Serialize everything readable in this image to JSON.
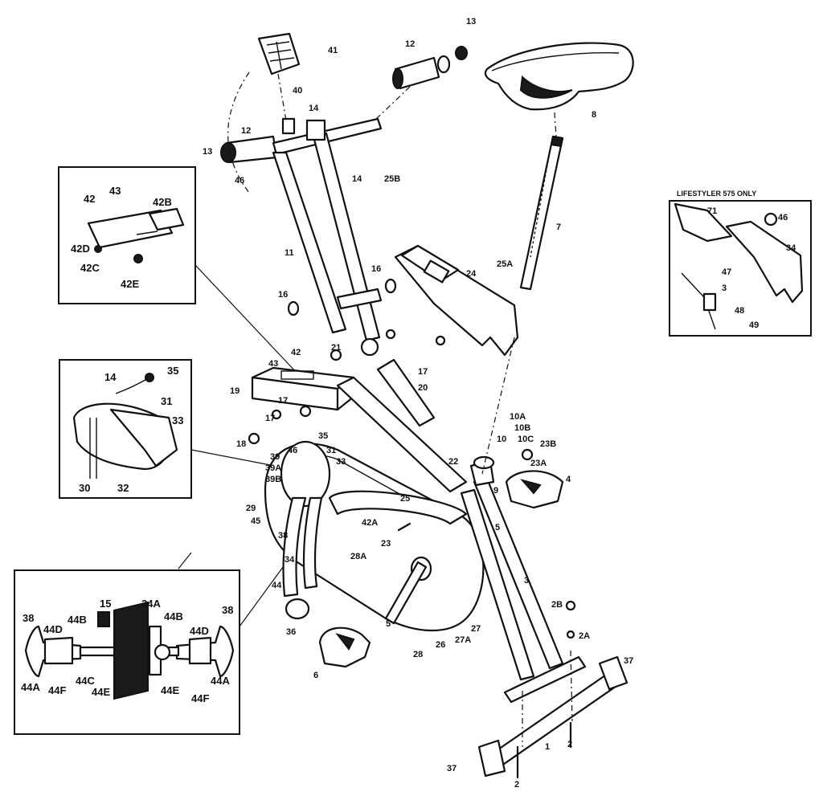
{
  "inset_title": "LIFESTYLER 575 ONLY",
  "callouts": {
    "c1": "1",
    "c2a": "2",
    "c2b": "2",
    "c2A": "2A",
    "c2B": "2B",
    "c3": "3",
    "c3i": "3",
    "c4": "4",
    "c5a": "5",
    "c5b": "5",
    "c6": "6",
    "c7": "7",
    "c8": "8",
    "c9": "9",
    "c10": "10",
    "c10A": "10A",
    "c10B": "10B",
    "c10C": "10C",
    "c11": "11",
    "c12a": "12",
    "c12b": "12",
    "c13a": "13",
    "c13b": "13",
    "c14a": "14",
    "c14b": "14",
    "c14c": "14",
    "c15": "15",
    "c16a": "16",
    "c16b": "16",
    "c17a": "17",
    "c17b": "17",
    "c17c": "17",
    "c18": "18",
    "c19": "19",
    "c20": "20",
    "c21": "21",
    "c22": "22",
    "c23": "23",
    "c23A": "23A",
    "c23B": "23B",
    "c24": "24",
    "c25": "25",
    "c25A": "25A",
    "c25B": "25B",
    "c26": "26",
    "c27": "27",
    "c27A": "27A",
    "c28": "28",
    "c28A": "28A",
    "c29": "29",
    "c30": "30",
    "c31a": "31",
    "c31b": "31",
    "c32": "32",
    "c33a": "33",
    "c33b": "33",
    "c34": "34",
    "c34A": "34A",
    "c34i": "34",
    "c35a": "35",
    "c35b": "35",
    "c36": "36",
    "c37a": "37",
    "c37b": "37",
    "c38a": "38",
    "c38b": "38",
    "c38c": "38",
    "c39": "39",
    "c39A": "39A",
    "c39B": "39B",
    "c40": "40",
    "c41": "41",
    "c42": "42",
    "c42i": "42",
    "c42A": "42A",
    "c42B": "42B",
    "c42C": "42C",
    "c42D": "42D",
    "c42E": "42E",
    "c43": "43",
    "c43i": "43",
    "c44": "44",
    "c44A1": "44A",
    "c44A2": "44A",
    "c44B1": "44B",
    "c44B2": "44B",
    "c44C": "44C",
    "c44D1": "44D",
    "c44D2": "44D",
    "c44E1": "44E",
    "c44E2": "44E",
    "c44F1": "44F",
    "c44F2": "44F",
    "c45": "45",
    "c46a": "46",
    "c46b": "46",
    "c46i": "46",
    "c47": "47",
    "c48": "48",
    "c49": "49",
    "c71": "71"
  }
}
